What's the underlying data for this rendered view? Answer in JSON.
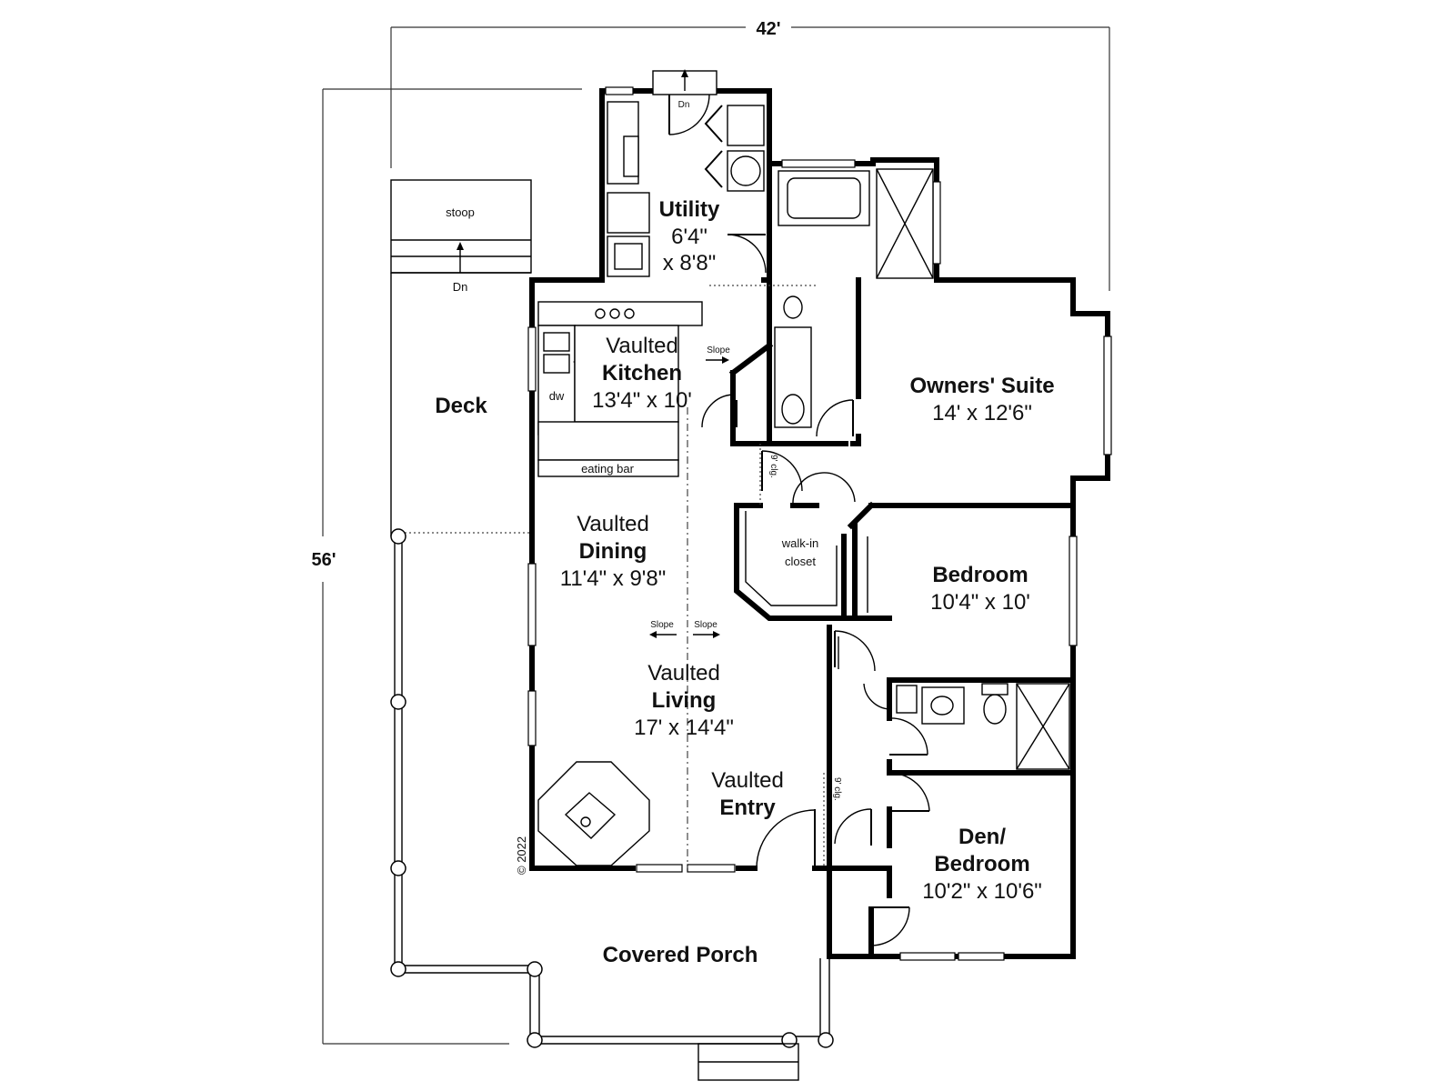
{
  "dimensions": {
    "width": "42'",
    "depth": "56'"
  },
  "rooms": {
    "utility": {
      "name": "Utility",
      "size_line1": "6'4\"",
      "size_line2": "x 8'8\""
    },
    "kitchen": {
      "prefix": "Vaulted",
      "name": "Kitchen",
      "size": "13'4\" x 10'"
    },
    "dining": {
      "prefix": "Vaulted",
      "name": "Dining",
      "size": "11'4\" x 9'8\""
    },
    "living": {
      "prefix": "Vaulted",
      "name": "Living",
      "size": "17' x 14'4\""
    },
    "entry": {
      "prefix": "Vaulted",
      "name": "Entry"
    },
    "owners_suite": {
      "name": "Owners' Suite",
      "size": "14' x 12'6\""
    },
    "bedroom": {
      "name": "Bedroom",
      "size": "10'4\" x 10'"
    },
    "den": {
      "name_line1": "Den/",
      "name_line2": "Bedroom",
      "size": "10'2\" x 10'6\""
    },
    "deck": {
      "name": "Deck"
    },
    "covered_porch": {
      "name": "Covered Porch"
    }
  },
  "annotations": {
    "stoop": "stoop",
    "down_stoop": "Dn",
    "down_utility": "Dn",
    "walkin_line1": "walk-in",
    "walkin_line2": "closet",
    "eating_bar": "eating bar",
    "dw": "dw",
    "slope": "Slope",
    "clg_height": "9' clg.",
    "copyright": "© 2022"
  }
}
